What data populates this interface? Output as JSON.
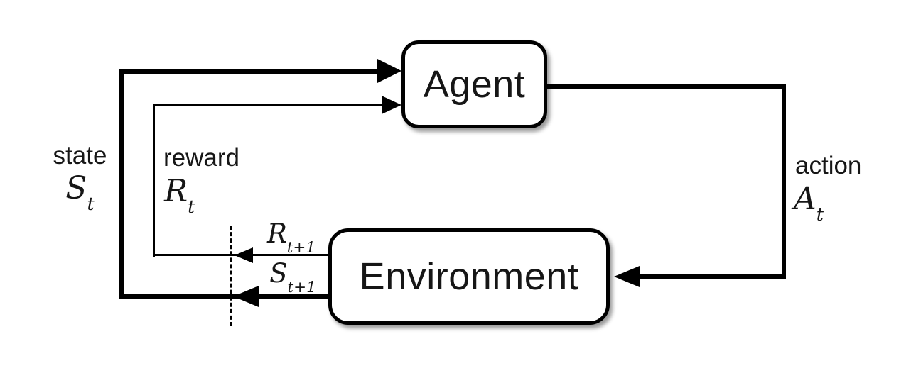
{
  "diagram": {
    "description": "Reinforcement learning agent-environment interaction loop",
    "boxes": {
      "agent": "Agent",
      "environment": "Environment"
    },
    "labels": {
      "state": {
        "word": "state",
        "symbol": "S",
        "subscript": "t"
      },
      "reward": {
        "word": "reward",
        "symbol": "R",
        "subscript": "t"
      },
      "action": {
        "word": "action",
        "symbol": "A",
        "subscript": "t"
      },
      "next_reward": {
        "symbol": "R",
        "subscript": "t+1"
      },
      "next_state": {
        "symbol": "S",
        "subscript": "t+1"
      }
    },
    "colors": {
      "line": "#000000",
      "box_fill": "#ffffff",
      "background": "#ffffff",
      "text": "#1a1a1a"
    }
  }
}
